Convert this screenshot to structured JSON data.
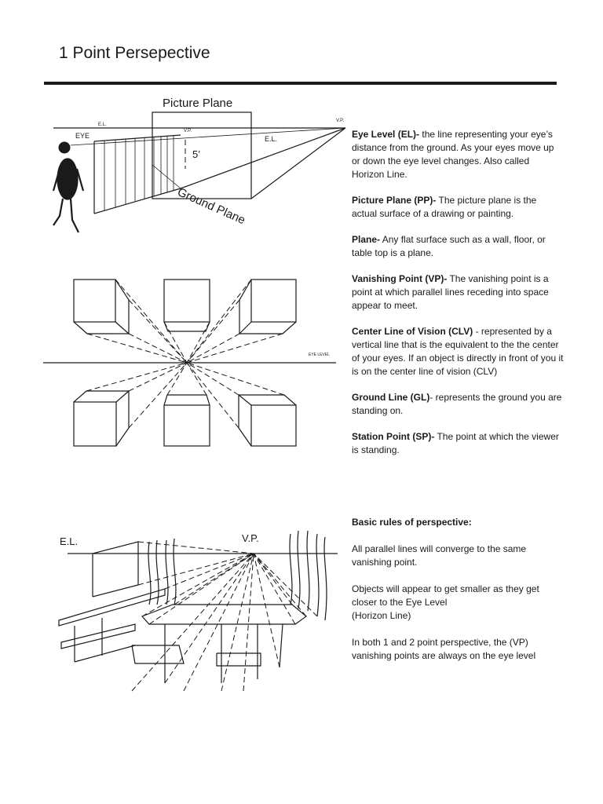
{
  "page": {
    "title": "1 Point Persepective"
  },
  "figure1": {
    "title": "Picture Plane",
    "el_left": "E.L.",
    "el_right": "E.L.",
    "vp": "V.P.",
    "vp_far": "V.P.",
    "eye": "EYE",
    "height": "5’",
    "ground": "Ground Plane"
  },
  "figure2": {
    "eye_level": "EYE LEVEL"
  },
  "figure3": {
    "el": "E.L.",
    "vp": "V.P."
  },
  "definitions": [
    {
      "term": "Eye Level (EL)-",
      "text": " the line representing your eye’s distance from the ground. As your eyes move up or down the eye level changes. Also called Horizon Line."
    },
    {
      "term": "Picture Plane (PP)-",
      "text": " The picture plane is the actual surface of a drawing or painting."
    },
    {
      "term": "Plane-",
      "text": " Any flat surface such as a wall, floor, or  table top is a plane."
    },
    {
      "term": "Vanishing Point (VP)-",
      "text": " The vanishing point is a point at which parallel lines receding into space appear to meet."
    },
    {
      "term": "Center Line of Vision (CLV)",
      "text": " -  represented by a vertical line that is the equivalent to the the center of your eyes. If an object is directly in front of you it is on the center line of vision (CLV)"
    },
    {
      "term": "Ground Line (GL)",
      "text": "- represents the ground you are standing on."
    },
    {
      "term": "Station Point (SP)-",
      "text": " The point at which the viewer is standing."
    }
  ],
  "basic_rules": {
    "heading": "Basic rules of perspective:",
    "items": [
      "All parallel lines will converge to the same vanishing point.",
      "Objects will appear to get smaller as they get closer to the Eye Level\n                              (Horizon Line)",
      "In both 1 and 2 point perspective, the (VP) vanishing points are always on the eye level"
    ]
  }
}
